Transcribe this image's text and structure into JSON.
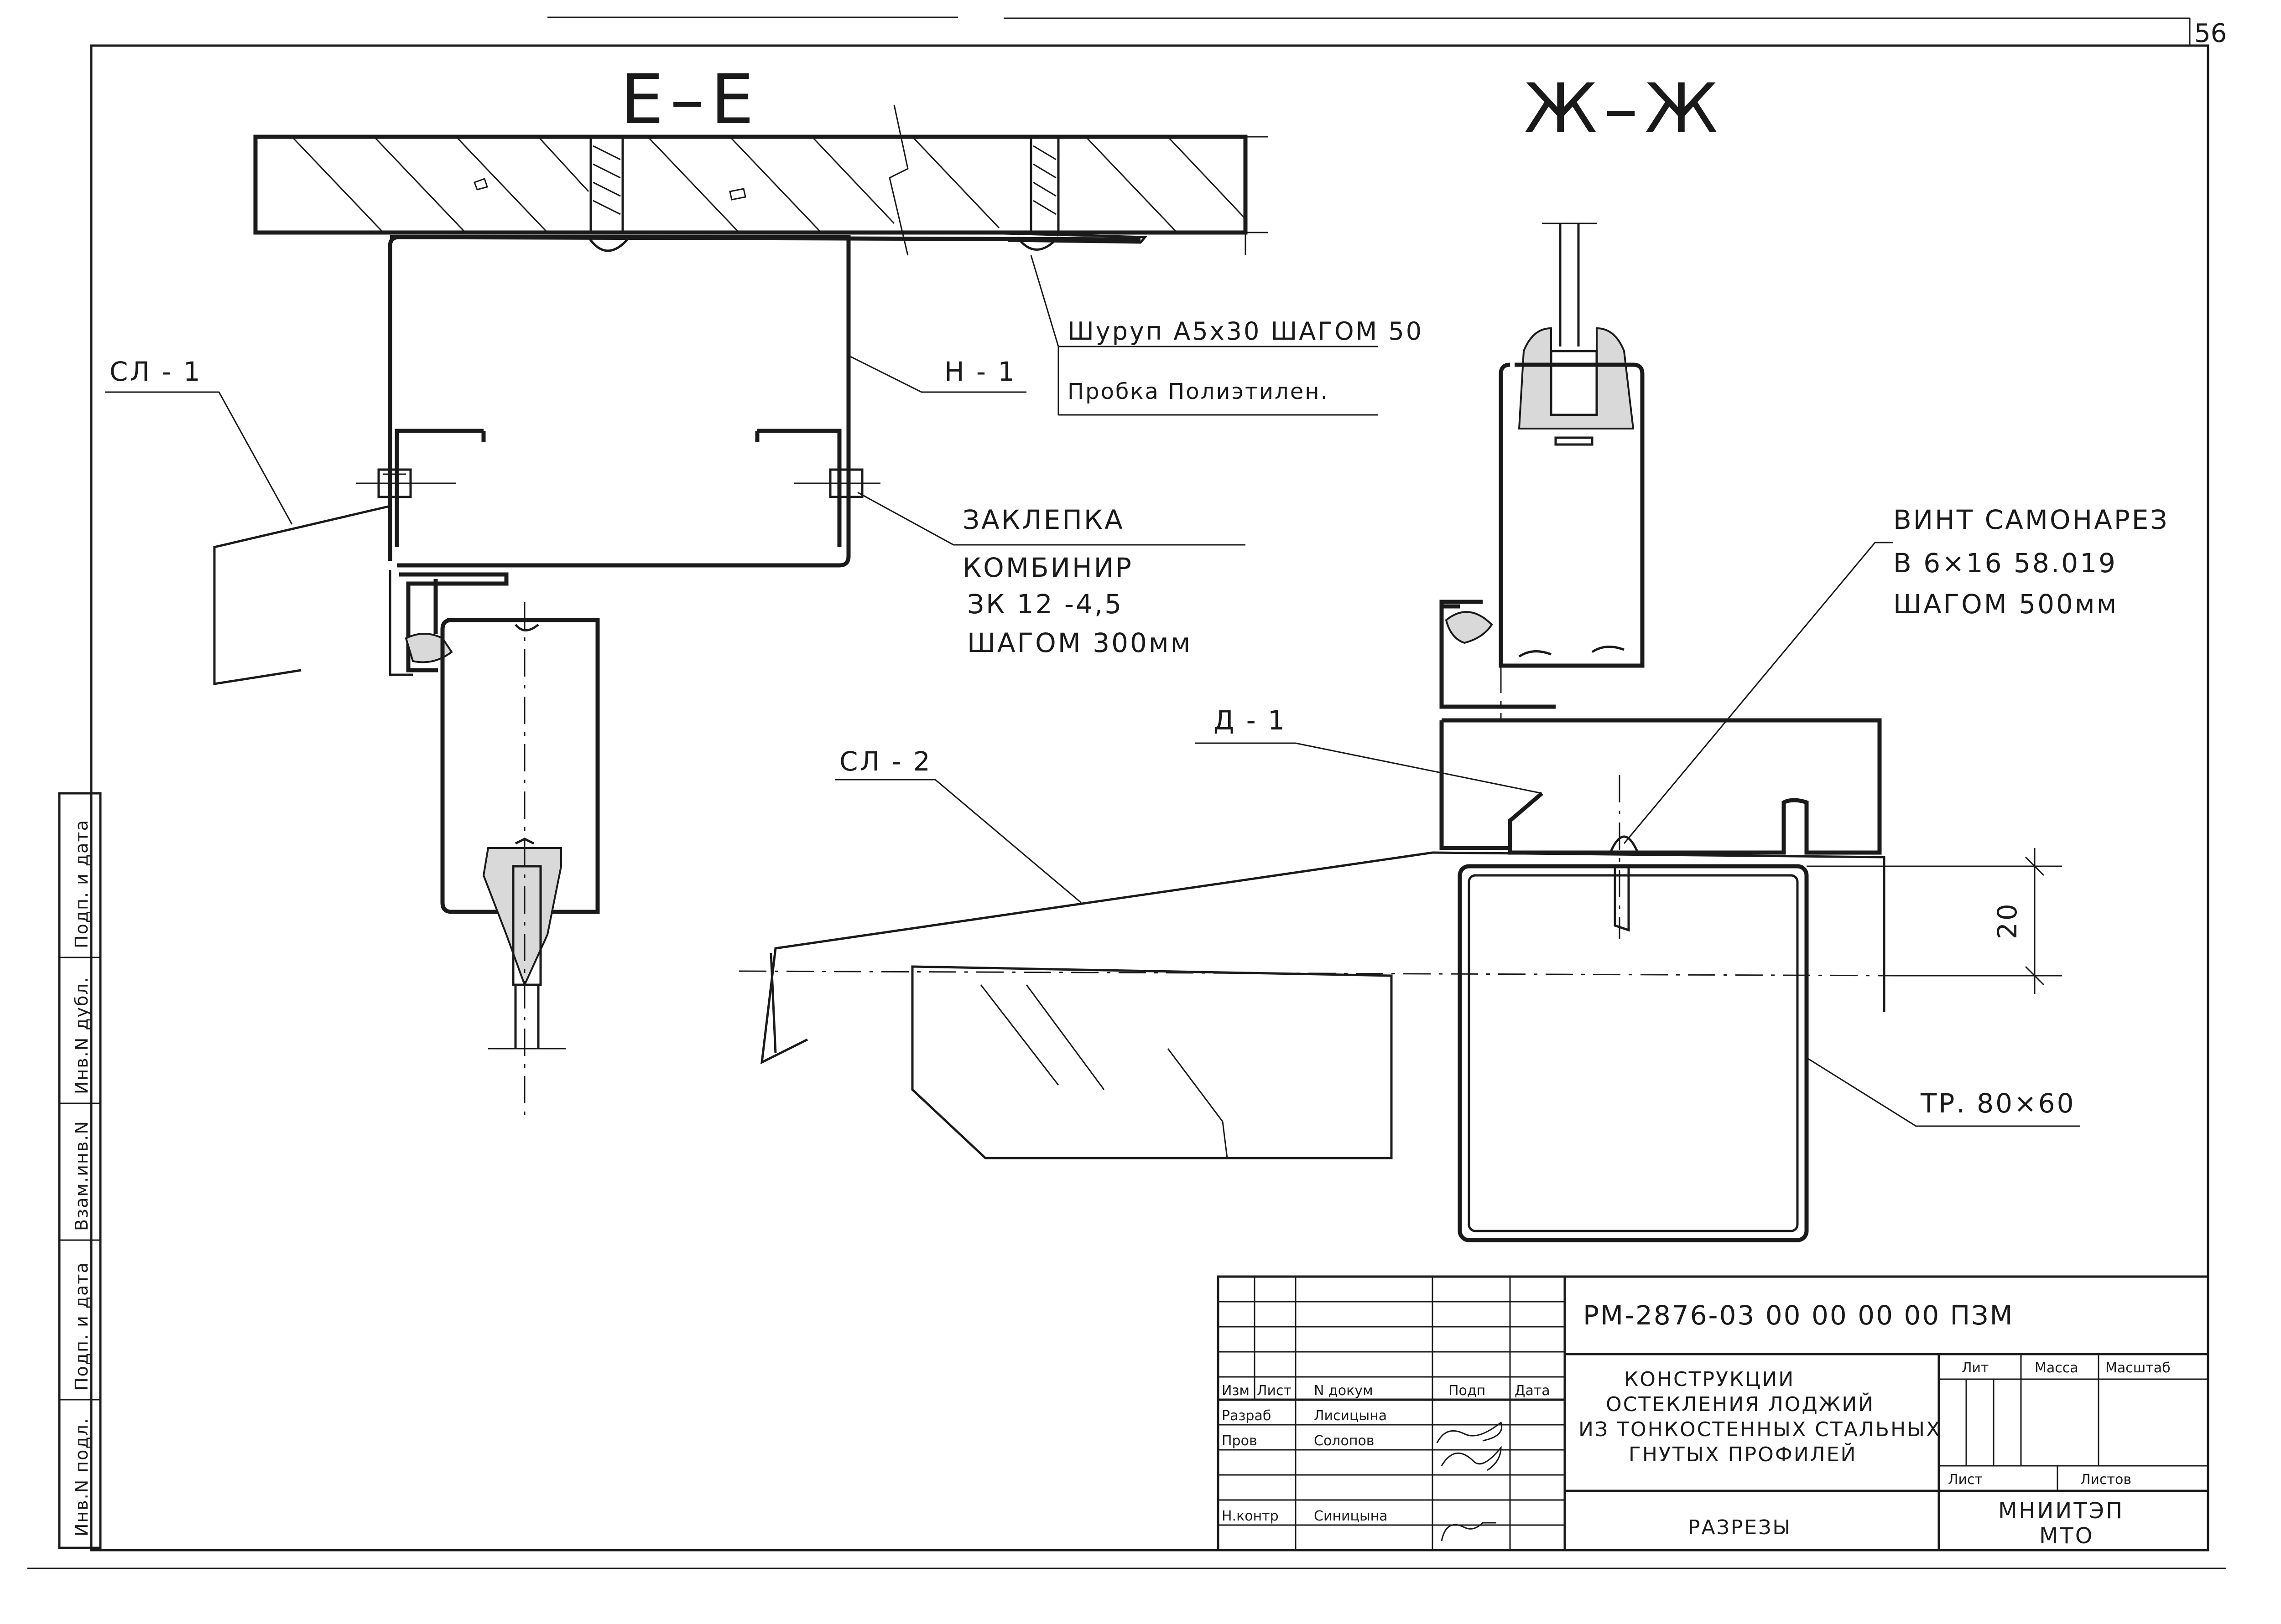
{
  "sheet_number": "56",
  "sections": {
    "left_title": "Е–Е",
    "right_title": "Ж–Ж"
  },
  "callouts": {
    "sl1": "СЛ - 1",
    "n1": "Н - 1",
    "screw": "Шуруп А5х30 ШАГОМ 50",
    "plug": "Пробка Полиэтилен.",
    "rivet": [
      "ЗАКЛЕПКА",
      "КОМБИНИР",
      "ЗК 12 -4,5",
      "ШАГОМ  300мм"
    ],
    "screw_self": [
      "ВИНТ САМОНАРЕЗ",
      "В 6×16  58.019",
      "ШАГОМ  500мм"
    ],
    "d1": "Д - 1",
    "sl2": "СЛ - 2",
    "tube": "ТР. 80×60",
    "dim20": "20"
  },
  "side_stamp": [
    "Инв.N подл.",
    "Подп. и дата",
    "Взам.инв.N",
    "Инв.N дубл.",
    "Подп. и дата"
  ],
  "title_block": {
    "doc_code": "РМ-2876-03 00 00 00 00 ПЗМ",
    "title": [
      "КОНСТРУКЦИИ",
      "ОСТЕКЛЕНИЯ ЛОДЖИЙ",
      "ИЗ ТОНКОСТЕННЫХ СТАЛЬНЫХ",
      "ГНУТЫХ ПРОФИЛЕЙ"
    ],
    "sheet_title": "РАЗРЕЗЫ",
    "org": [
      "МНИИТЭП",
      "МТО"
    ],
    "headers": {
      "izm": "Изм",
      "list": "Лист",
      "ndok": "N докум",
      "podp": "Подп",
      "data": "Дата",
      "lit": "Лит",
      "massa": "Масса",
      "masshtab": "Масштаб",
      "list2": "Лист",
      "listov": "Листов"
    },
    "roles": [
      {
        "role": "Разраб",
        "name": "Лисицына"
      },
      {
        "role": "Пров",
        "name": "Солопов"
      },
      {
        "role": "Н.контр",
        "name": "Синицына"
      }
    ]
  }
}
